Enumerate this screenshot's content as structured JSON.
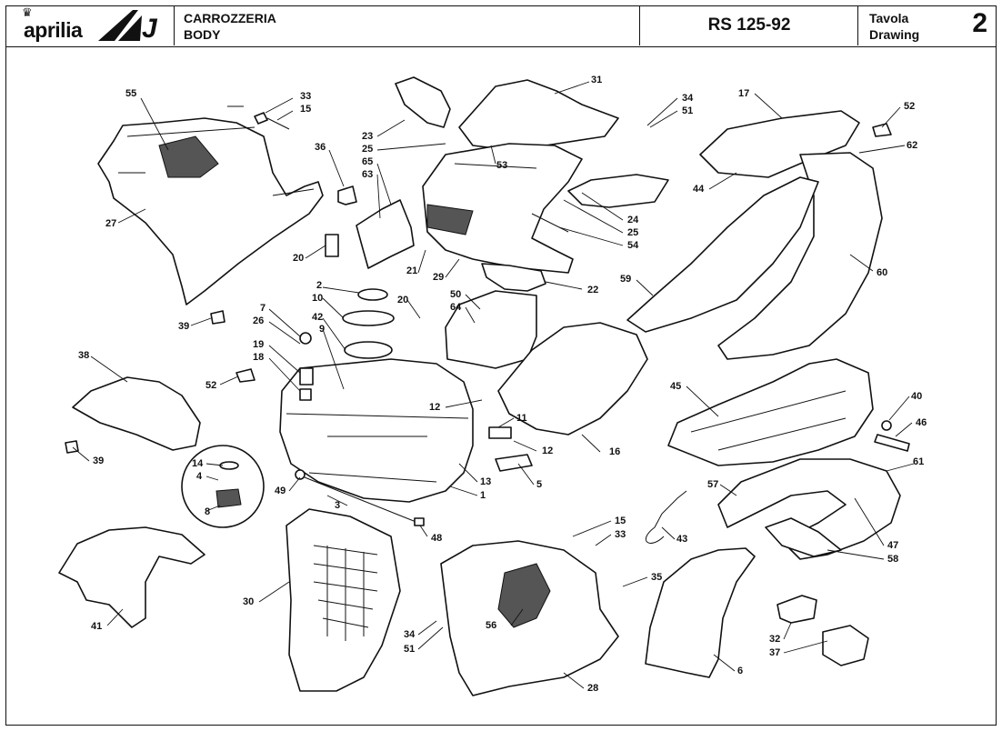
{
  "header": {
    "brand": "aprilia",
    "category_it": "CARROZZERIA",
    "category_en": "BODY",
    "model": "RS 125-92",
    "table_it": "Tavola",
    "table_en": "Drawing",
    "table_number": "2"
  },
  "callouts": [
    {
      "id": "c55",
      "text": "55"
    },
    {
      "id": "c33a",
      "text": "33"
    },
    {
      "id": "c15a",
      "text": "15"
    },
    {
      "id": "c36",
      "text": "36"
    },
    {
      "id": "c27",
      "text": "27"
    },
    {
      "id": "c23",
      "text": "23"
    },
    {
      "id": "c25a",
      "text": "25"
    },
    {
      "id": "c65",
      "text": "65"
    },
    {
      "id": "c63",
      "text": "63"
    },
    {
      "id": "c20a",
      "text": "20"
    },
    {
      "id": "c21",
      "text": "21"
    },
    {
      "id": "c29",
      "text": "29"
    },
    {
      "id": "c31",
      "text": "31"
    },
    {
      "id": "c53",
      "text": "53"
    },
    {
      "id": "c34a",
      "text": "34"
    },
    {
      "id": "c51a",
      "text": "51"
    },
    {
      "id": "c17",
      "text": "17"
    },
    {
      "id": "c52a",
      "text": "52"
    },
    {
      "id": "c62",
      "text": "62"
    },
    {
      "id": "c44",
      "text": "44"
    },
    {
      "id": "c24",
      "text": "24"
    },
    {
      "id": "c25b",
      "text": "25"
    },
    {
      "id": "c54",
      "text": "54"
    },
    {
      "id": "c22",
      "text": "22"
    },
    {
      "id": "c59",
      "text": "59"
    },
    {
      "id": "c60",
      "text": "60"
    },
    {
      "id": "c39a",
      "text": "39"
    },
    {
      "id": "c2",
      "text": "2"
    },
    {
      "id": "c10",
      "text": "10"
    },
    {
      "id": "c42",
      "text": "42"
    },
    {
      "id": "c9",
      "text": "9"
    },
    {
      "id": "c7",
      "text": "7"
    },
    {
      "id": "c26",
      "text": "26"
    },
    {
      "id": "c19",
      "text": "19"
    },
    {
      "id": "c18",
      "text": "18"
    },
    {
      "id": "c20b",
      "text": "20"
    },
    {
      "id": "c50",
      "text": "50"
    },
    {
      "id": "c64",
      "text": "64"
    },
    {
      "id": "c38",
      "text": "38"
    },
    {
      "id": "c52b",
      "text": "52"
    },
    {
      "id": "c12a",
      "text": "12"
    },
    {
      "id": "c11",
      "text": "11"
    },
    {
      "id": "c12b",
      "text": "12"
    },
    {
      "id": "c16",
      "text": "16"
    },
    {
      "id": "c45",
      "text": "45"
    },
    {
      "id": "c40",
      "text": "40"
    },
    {
      "id": "c46",
      "text": "46"
    },
    {
      "id": "c39b",
      "text": "39"
    },
    {
      "id": "c14",
      "text": "14"
    },
    {
      "id": "c4",
      "text": "4"
    },
    {
      "id": "c8",
      "text": "8"
    },
    {
      "id": "c13",
      "text": "13"
    },
    {
      "id": "c1",
      "text": "1"
    },
    {
      "id": "c5",
      "text": "5"
    },
    {
      "id": "c49",
      "text": "49"
    },
    {
      "id": "c3",
      "text": "3"
    },
    {
      "id": "c48",
      "text": "48"
    },
    {
      "id": "c61",
      "text": "61"
    },
    {
      "id": "c57",
      "text": "57"
    },
    {
      "id": "c15b",
      "text": "15"
    },
    {
      "id": "c33b",
      "text": "33"
    },
    {
      "id": "c43",
      "text": "43"
    },
    {
      "id": "c47",
      "text": "47"
    },
    {
      "id": "c58",
      "text": "58"
    },
    {
      "id": "c41",
      "text": "41"
    },
    {
      "id": "c30",
      "text": "30"
    },
    {
      "id": "c35",
      "text": "35"
    },
    {
      "id": "c34b",
      "text": "34"
    },
    {
      "id": "c51b",
      "text": "51"
    },
    {
      "id": "c56",
      "text": "56"
    },
    {
      "id": "c6",
      "text": "6"
    },
    {
      "id": "c32",
      "text": "32"
    },
    {
      "id": "c37",
      "text": "37"
    },
    {
      "id": "c28",
      "text": "28"
    }
  ]
}
